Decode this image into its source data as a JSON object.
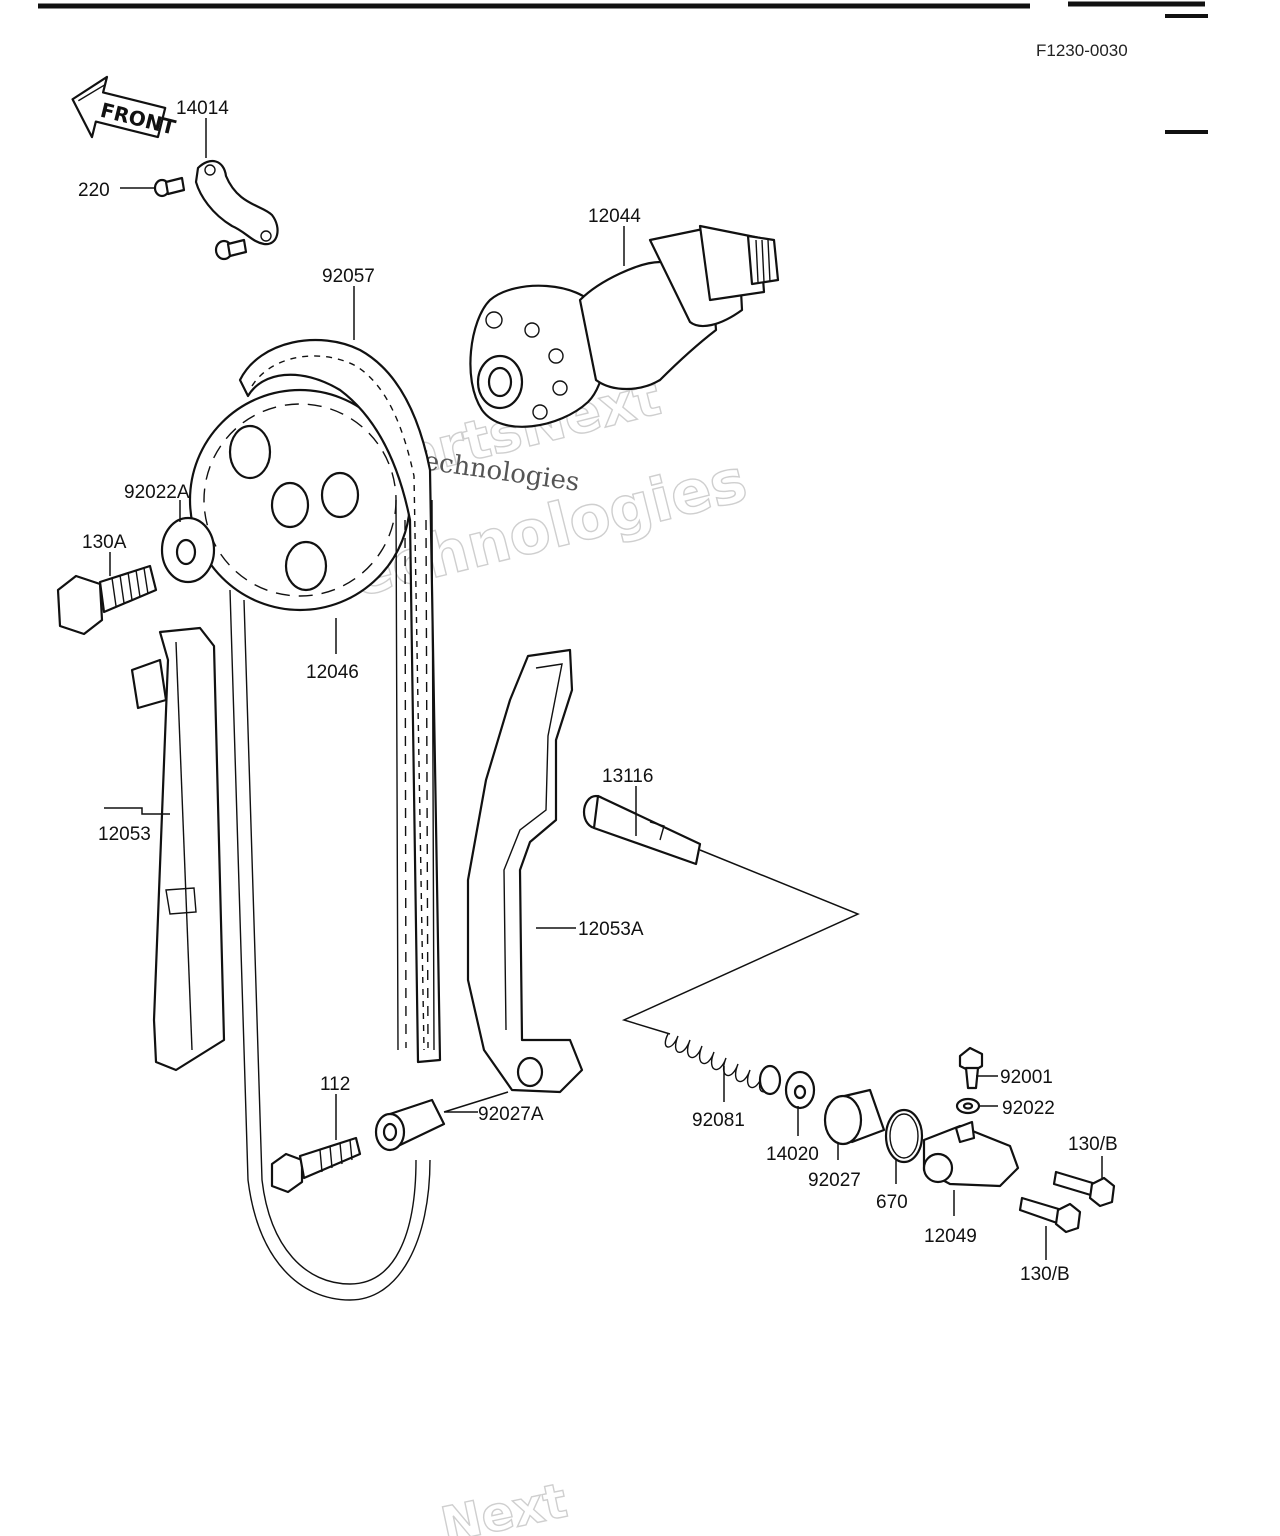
{
  "diagram_code": "F1230-0030",
  "front_arrow": "FRONT",
  "watermark": {
    "line1": "PartsNext",
    "line2": "Technologies",
    "overlay": "xt Technologies",
    "bottom": "Next"
  },
  "labels": {
    "p14014": "14014",
    "p220": "220",
    "p12044": "12044",
    "p92057": "92057",
    "p92022A": "92022A",
    "p130A": "130A",
    "p12046": "12046",
    "p12053": "12053",
    "p13116": "13116",
    "p12053A": "12053A",
    "p112": "112",
    "p92027A": "92027A",
    "p92081": "92081",
    "p14020": "14020",
    "p92027": "92027",
    "p670": "670",
    "p92001": "92001",
    "p92022": "92022",
    "p130B_top": "130/B",
    "p12049": "12049",
    "p130B_bottom": "130/B"
  },
  "colors": {
    "ink": "#111111",
    "paper": "#ffffff",
    "watermark": "#cfcfcf"
  }
}
